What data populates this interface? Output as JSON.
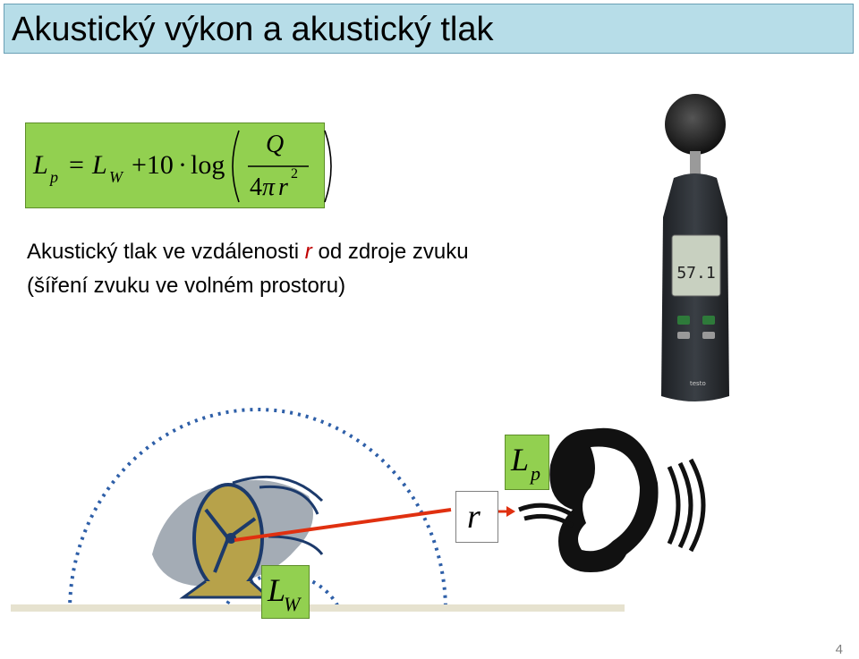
{
  "slide": {
    "title": "Akustický výkon a akustický tlak",
    "formula": {
      "lhs_main": "L",
      "lhs_sub": "p",
      "equals": "=",
      "lw_main": "L",
      "lw_sub": "W",
      "plus_ten": "+10",
      "dot": "·",
      "log": "log",
      "numerator": "Q",
      "denom_four": "4",
      "denom_pi": "π",
      "denom_r": "r",
      "denom_exp": "2"
    },
    "description": {
      "line1_before": "Akustický tlak ve vzdálenosti ",
      "line1_var": "r",
      "line1_after": " od zdroje zvuku",
      "line2": "(šíření zvuku ve volném prostoru)"
    },
    "labels": {
      "lp_main": "L",
      "lp_sub": "p",
      "lw_main": "L",
      "lw_sub": "W",
      "r": "r"
    },
    "meter_display": "57.1",
    "page_number": "4"
  }
}
